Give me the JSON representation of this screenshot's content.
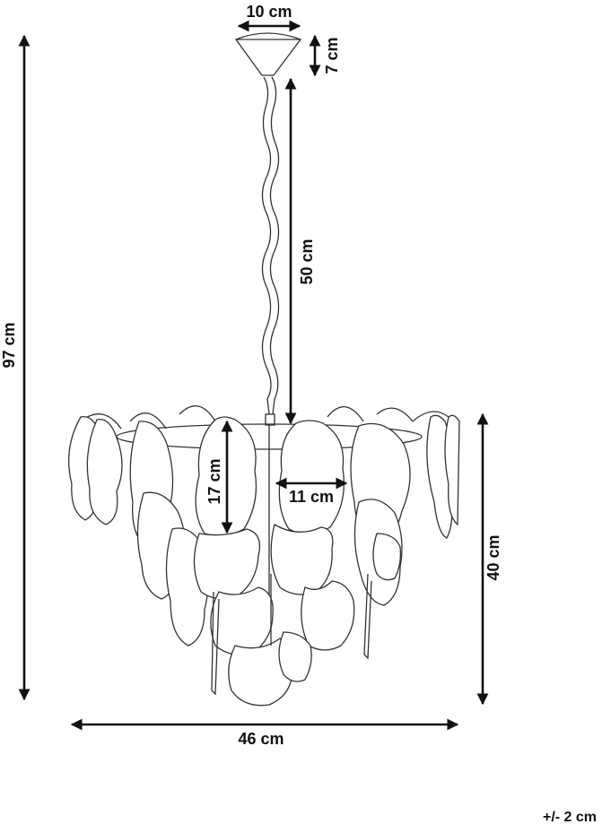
{
  "dimensions": {
    "canopy_width": "10 cm",
    "canopy_height": "7 cm",
    "chain_length": "50 cm",
    "total_height": "97 cm",
    "shade_height": "40 cm",
    "shade_width": "46 cm",
    "leaf_height": "17 cm",
    "leaf_width": "11 cm"
  },
  "tolerance": "+/- 2 cm",
  "colors": {
    "line": "#333333",
    "dimension": "#111111",
    "background": "#ffffff"
  }
}
